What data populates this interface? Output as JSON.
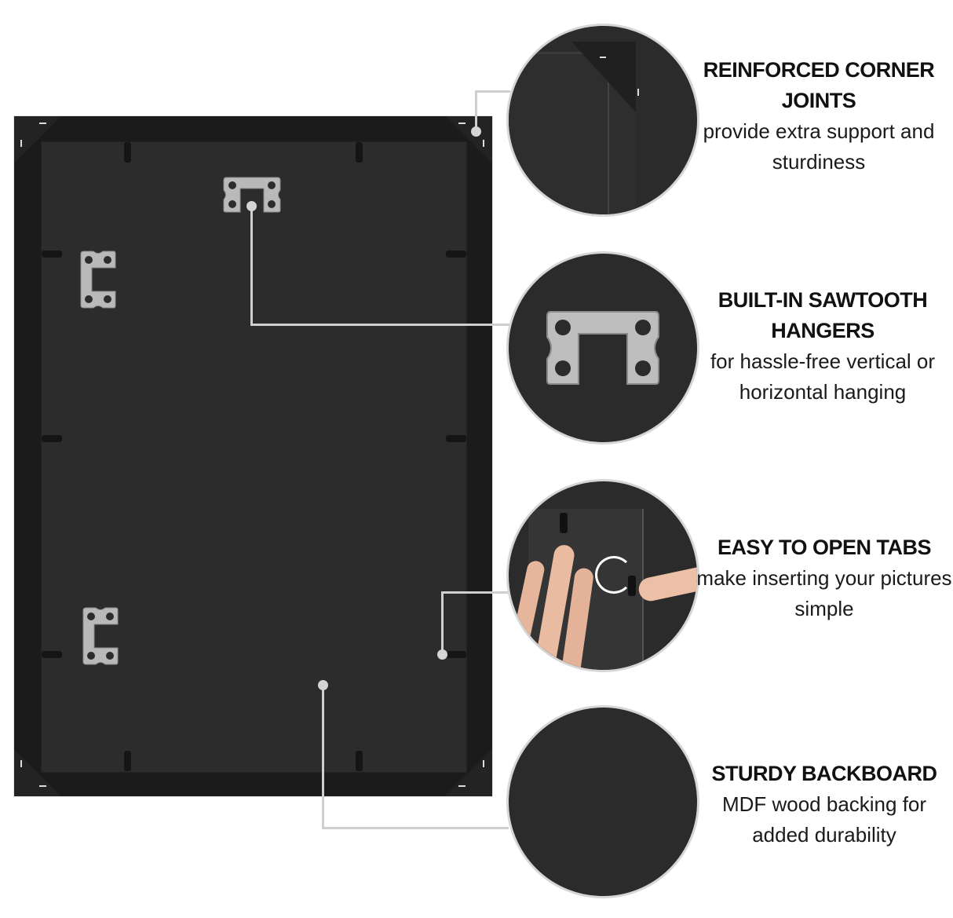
{
  "features": [
    {
      "title": "REINFORCED CORNER JOINTS",
      "description": "provide extra support and sturdiness",
      "icon": "corner-joint-closeup"
    },
    {
      "title": "BUILT-IN SAWTOOTH HANGERS",
      "description": "for hassle-free vertical or horizontal hanging",
      "icon": "sawtooth-hanger-closeup"
    },
    {
      "title": "EASY TO OPEN TABS",
      "description": "make inserting your pictures simple",
      "icon": "hand-opening-tab-closeup"
    },
    {
      "title": "STURDY BACKBOARD",
      "description": "MDF wood backing for added durability",
      "icon": "backboard-closeup"
    }
  ],
  "colors": {
    "frame": "#1b1b1b",
    "backboard": "#2c2c2c",
    "callout_line": "#cfcfcf",
    "text": "#111111"
  }
}
